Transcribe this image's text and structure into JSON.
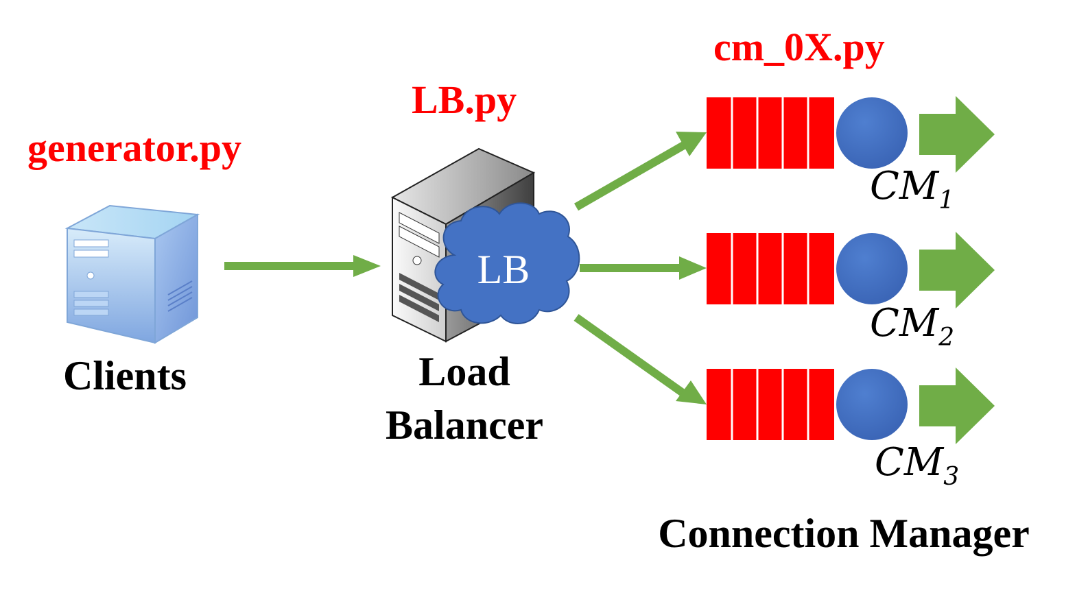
{
  "labels": {
    "generator_script": "generator.py",
    "lb_script": "LB.py",
    "cm_script": "cm_0X.py",
    "clients": "Clients",
    "load_balancer_line1": "Load",
    "load_balancer_line2": "Balancer",
    "lb_cloud": "LB",
    "connection_manager": "Connection Manager"
  },
  "managers": [
    {
      "base": "CM",
      "sub": "1"
    },
    {
      "base": "CM",
      "sub": "2"
    },
    {
      "base": "CM",
      "sub": "3"
    }
  ],
  "colors": {
    "script_label": "#ff0000",
    "arrow": "#70ad47",
    "queue": "#ff0000",
    "server_circle": "#4472c4",
    "cloud": "#4472c4"
  },
  "icons": {
    "client": "client-computer-icon",
    "load_balancer": "server-tower-icon",
    "cloud": "cloud-icon"
  }
}
